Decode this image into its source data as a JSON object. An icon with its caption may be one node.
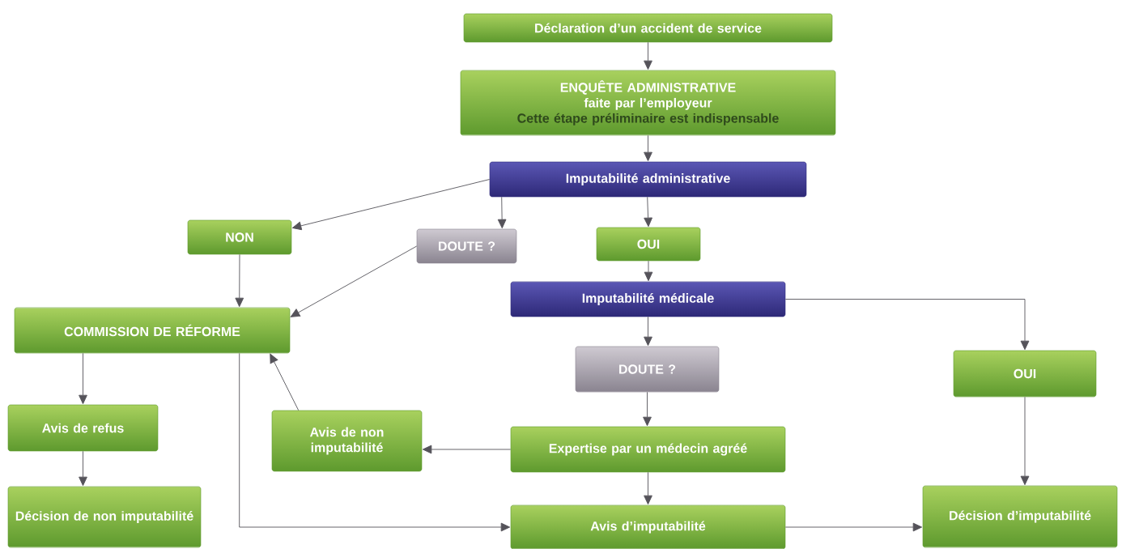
{
  "diagram": {
    "nodes": [
      {
        "text": [
          "Déclaration d’un accident de service"
        ]
      },
      {
        "text": [
          "ENQUÊTE ADMINISTRATIVE",
          "faite par l’employeur",
          "Cette étape préliminaire est indispensable"
        ]
      },
      {
        "text": [
          "Imputabilité administrative"
        ]
      },
      {
        "text": [
          "NON"
        ]
      },
      {
        "text": [
          "DOUTE ?"
        ]
      },
      {
        "text": [
          "OUI"
        ]
      },
      {
        "text": [
          "COMMISSION DE RÉFORME"
        ]
      },
      {
        "text": [
          "Imputabilité médicale"
        ]
      },
      {
        "text": [
          "DOUTE ?"
        ]
      },
      {
        "text": [
          "OUI"
        ]
      },
      {
        "text": [
          "Avis de refus"
        ]
      },
      {
        "text": [
          "Avis de non imputabilité"
        ]
      },
      {
        "text": [
          "Expertise par un médecin agréé"
        ]
      },
      {
        "text": [
          "Décision de non imputabilité"
        ]
      },
      {
        "text": [
          "Avis d’imputabilité"
        ]
      },
      {
        "text": [
          "Décision d’imputabilité"
        ]
      }
    ],
    "edges": [
      {
        "from": 0,
        "to": 1,
        "arrow": "to"
      },
      {
        "from": 1,
        "to": 2,
        "arrow": "to"
      },
      {
        "from": 2,
        "to": 3,
        "arrow": "to"
      },
      {
        "from": 2,
        "to": 4,
        "arrow": "to"
      },
      {
        "from": 2,
        "to": 5,
        "arrow": "to"
      },
      {
        "from": 3,
        "to": 6,
        "arrow": "to"
      },
      {
        "from": 4,
        "to": 6,
        "arrow": "to"
      },
      {
        "from": 5,
        "to": 7,
        "arrow": "to"
      },
      {
        "from": 7,
        "to": 8,
        "arrow": "to"
      },
      {
        "from": 7,
        "to": 9,
        "arrow": "to"
      },
      {
        "from": 6,
        "to": 10,
        "arrow": "to"
      },
      {
        "from": 6,
        "to": 14,
        "arrow": "to"
      },
      {
        "from": 11,
        "to": 6,
        "arrow": "to"
      },
      {
        "from": 8,
        "to": 12,
        "arrow": "to"
      },
      {
        "from": 12,
        "to": 11,
        "arrow": "to"
      },
      {
        "from": 12,
        "to": 14,
        "arrow": "to"
      },
      {
        "from": 14,
        "to": 15,
        "arrow": "to"
      },
      {
        "from": 9,
        "to": 15,
        "arrow": "to"
      },
      {
        "from": 10,
        "to": 13,
        "arrow": "to"
      }
    ]
  }
}
